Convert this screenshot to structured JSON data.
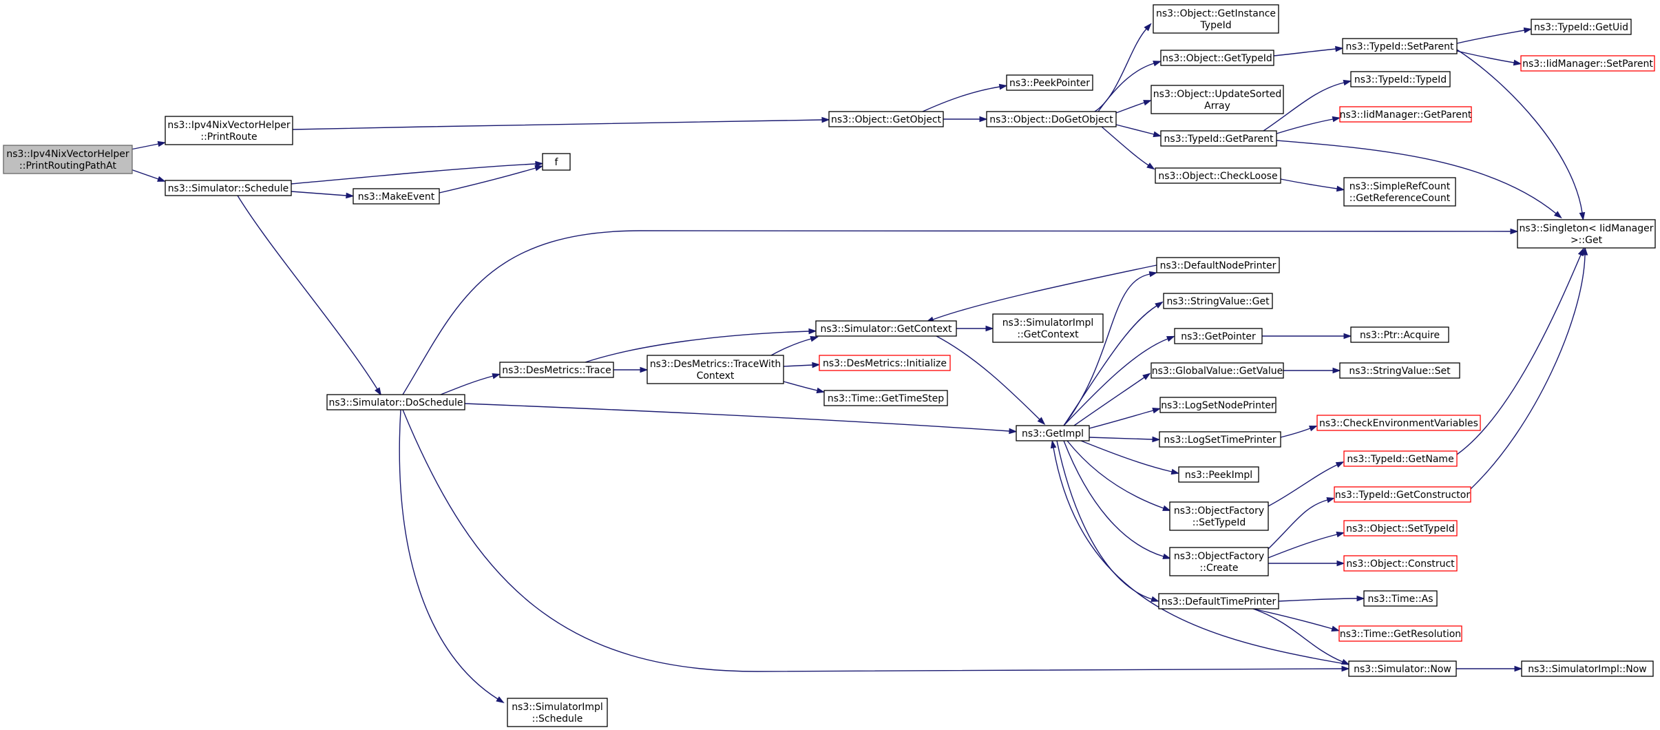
{
  "graph": {
    "nodes": [
      {
        "id": "root",
        "lines": [
          "ns3::Ipv4NixVectorHelper",
          "::PrintRoutingPathAt"
        ],
        "style": "root"
      },
      {
        "id": "printroute",
        "lines": [
          "ns3::Ipv4NixVectorHelper",
          "::PrintRoute"
        ]
      },
      {
        "id": "sim_schedule",
        "lines": [
          "ns3::Simulator::Schedule"
        ]
      },
      {
        "id": "f",
        "lines": [
          "f"
        ]
      },
      {
        "id": "makeevent",
        "lines": [
          "ns3::MakeEvent"
        ]
      },
      {
        "id": "getobject",
        "lines": [
          "ns3::Object::GetObject"
        ]
      },
      {
        "id": "peekpointer",
        "lines": [
          "ns3::PeekPointer"
        ]
      },
      {
        "id": "dogetobject",
        "lines": [
          "ns3::Object::DoGetObject"
        ]
      },
      {
        "id": "getinstancetypeid",
        "lines": [
          "ns3::Object::GetInstance",
          "TypeId"
        ]
      },
      {
        "id": "obj_gettypeid",
        "lines": [
          "ns3::Object::GetTypeId"
        ]
      },
      {
        "id": "updatesorted",
        "lines": [
          "ns3::Object::UpdateSorted",
          "Array"
        ]
      },
      {
        "id": "typeid_getparent",
        "lines": [
          "ns3::TypeId::GetParent"
        ]
      },
      {
        "id": "checkloose",
        "lines": [
          "ns3::Object::CheckLoose"
        ]
      },
      {
        "id": "setparent",
        "lines": [
          "ns3::TypeId::SetParent"
        ]
      },
      {
        "id": "typeid_typeid",
        "lines": [
          "ns3::TypeId::TypeId"
        ]
      },
      {
        "id": "iid_getparent",
        "lines": [
          "ns3::IidManager::GetParent"
        ],
        "style": "red"
      },
      {
        "id": "refcount",
        "lines": [
          "ns3::SimpleRefCount",
          "::GetReferenceCount"
        ]
      },
      {
        "id": "getuid",
        "lines": [
          "ns3::TypeId::GetUid"
        ]
      },
      {
        "id": "iid_setparent",
        "lines": [
          "ns3::IidManager::SetParent"
        ],
        "style": "red"
      },
      {
        "id": "singleton",
        "lines": [
          "ns3::Singleton< IidManager",
          ">::Get"
        ]
      },
      {
        "id": "doschedule",
        "lines": [
          "ns3::Simulator::DoSchedule"
        ]
      },
      {
        "id": "desmetrics_trace",
        "lines": [
          "ns3::DesMetrics::Trace"
        ]
      },
      {
        "id": "tracewithcontext",
        "lines": [
          "ns3::DesMetrics::TraceWith",
          "Context"
        ]
      },
      {
        "id": "getcontext",
        "lines": [
          "ns3::Simulator::GetContext"
        ]
      },
      {
        "id": "simimpl_getcontext",
        "lines": [
          "ns3::SimulatorImpl",
          "::GetContext"
        ]
      },
      {
        "id": "desmetrics_init",
        "lines": [
          "ns3::DesMetrics::Initialize"
        ],
        "style": "red"
      },
      {
        "id": "gettimestep",
        "lines": [
          "ns3::Time::GetTimeStep"
        ]
      },
      {
        "id": "getimpl",
        "lines": [
          "ns3::GetImpl"
        ]
      },
      {
        "id": "simimpl_schedule",
        "lines": [
          "ns3::SimulatorImpl",
          "::Schedule"
        ]
      },
      {
        "id": "defaultnodeprinter",
        "lines": [
          "ns3::DefaultNodePrinter"
        ]
      },
      {
        "id": "stringvalue_get",
        "lines": [
          "ns3::StringValue::Get"
        ]
      },
      {
        "id": "getpointer",
        "lines": [
          "ns3::GetPointer"
        ]
      },
      {
        "id": "globalvalue_get",
        "lines": [
          "ns3::GlobalValue::GetValue"
        ]
      },
      {
        "id": "logsetnode",
        "lines": [
          "ns3::LogSetNodePrinter"
        ]
      },
      {
        "id": "logsettime",
        "lines": [
          "ns3::LogSetTimePrinter"
        ]
      },
      {
        "id": "peekimpl",
        "lines": [
          "ns3::PeekImpl"
        ]
      },
      {
        "id": "of_settypeid",
        "lines": [
          "ns3::ObjectFactory",
          "::SetTypeId"
        ]
      },
      {
        "id": "of_create",
        "lines": [
          "ns3::ObjectFactory",
          "::Create"
        ]
      },
      {
        "id": "defaulttimeprinter",
        "lines": [
          "ns3::DefaultTimePrinter"
        ]
      },
      {
        "id": "ptr_acquire",
        "lines": [
          "ns3::Ptr::Acquire"
        ]
      },
      {
        "id": "stringvalue_set",
        "lines": [
          "ns3::StringValue::Set"
        ]
      },
      {
        "id": "checkenv",
        "lines": [
          "ns3::CheckEnvironmentVariables"
        ],
        "style": "red"
      },
      {
        "id": "typeid_getname",
        "lines": [
          "ns3::TypeId::GetName"
        ],
        "style": "red"
      },
      {
        "id": "typeid_getctor",
        "lines": [
          "ns3::TypeId::GetConstructor"
        ],
        "style": "red"
      },
      {
        "id": "obj_settypeid",
        "lines": [
          "ns3::Object::SetTypeId"
        ],
        "style": "red"
      },
      {
        "id": "obj_construct",
        "lines": [
          "ns3::Object::Construct"
        ],
        "style": "red"
      },
      {
        "id": "time_as",
        "lines": [
          "ns3::Time::As"
        ]
      },
      {
        "id": "getresolution",
        "lines": [
          "ns3::Time::GetResolution"
        ],
        "style": "red"
      },
      {
        "id": "sim_now",
        "lines": [
          "ns3::Simulator::Now"
        ]
      },
      {
        "id": "simimpl_now",
        "lines": [
          "ns3::SimulatorImpl::Now"
        ]
      }
    ]
  },
  "colors": {
    "edge": "#191970",
    "node_border": "#000000",
    "red_border": "#ff0000",
    "root_fill": "#bfbfbf"
  }
}
